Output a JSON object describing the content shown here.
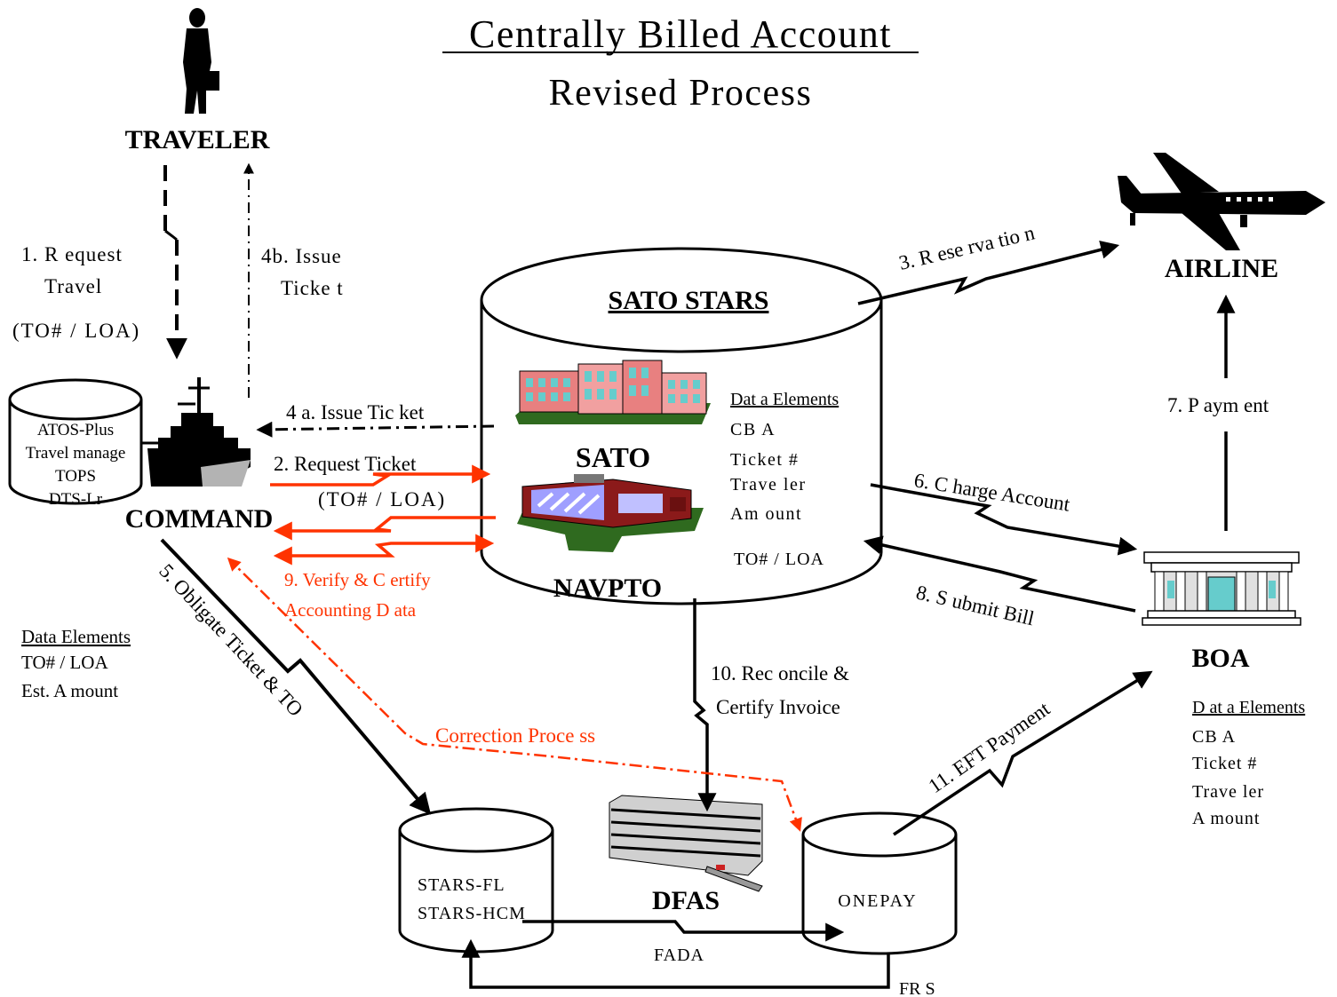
{
  "title": "Centrally Billed Account",
  "subtitle": "Revised Process",
  "colors": {
    "black": "#000000",
    "red": "#ff3300",
    "building_pink": "#e88080",
    "building_teal": "#66cccc",
    "navpto_red": "#8b1a1a",
    "navpto_green": "#2f6a1f"
  },
  "icons": {
    "traveler": "traveler-silhouette-icon",
    "airline": "airplane-icon",
    "command": "warship-icon",
    "sato": "office-building-icon",
    "navpto": "navpto-building-icon",
    "boa": "bank-building-icon",
    "dfas": "parking-garage-building-icon"
  },
  "nodes": {
    "traveler": "TRAVELER",
    "airline": "AIRLINE",
    "command": "COMMAND",
    "command_systems": [
      "ATOS-Plus",
      "Travel manage",
      "TOPS",
      "DTS-Lr"
    ],
    "sato_stars": "SATO STARS",
    "sato": "SATO",
    "navpto": "NAVPTO",
    "boa": "BOA",
    "dfas": "DFAS",
    "stars": [
      "STARS-FL",
      "STARS-HCM"
    ],
    "onepay": "ONEPAY"
  },
  "steps": {
    "s1": [
      "1. R equest",
      "Travel",
      "(TO# / LOA)"
    ],
    "s2": [
      "2. Request Ticket",
      "(TO# / LOA)"
    ],
    "s3": "3. R ese rva tio n",
    "s4a": "4 a. Issue Tic ket",
    "s4b": [
      "4b. Issue",
      "Ticke t"
    ],
    "s5": "5. Obligate Ticket & TO",
    "s6": "6. C harge Account",
    "s7": "7. P aym ent",
    "s8": "8. S ubmit Bill",
    "s9": [
      "9. Verify & C ertify",
      "Accounting D ata"
    ],
    "s10": [
      "10. Rec oncile &",
      "Certify Invoice"
    ],
    "s11": "11. EFT Payment",
    "correction": "Correction Proce ss",
    "fada": "FADA",
    "frs": "FR S"
  },
  "data_elements": {
    "command": {
      "title": "Data Elements",
      "items": [
        "TO# / LOA",
        "Est. A mount"
      ]
    },
    "sato": {
      "title": "Dat a Elements",
      "items": [
        "CB A",
        "Ticket #",
        "Trave ler",
        "Am ount"
      ],
      "extra": "TO# / LOA"
    },
    "boa": {
      "title": "D at a Elements",
      "items": [
        "CB A",
        "Ticket #",
        "Trave ler",
        "A mount"
      ]
    }
  }
}
